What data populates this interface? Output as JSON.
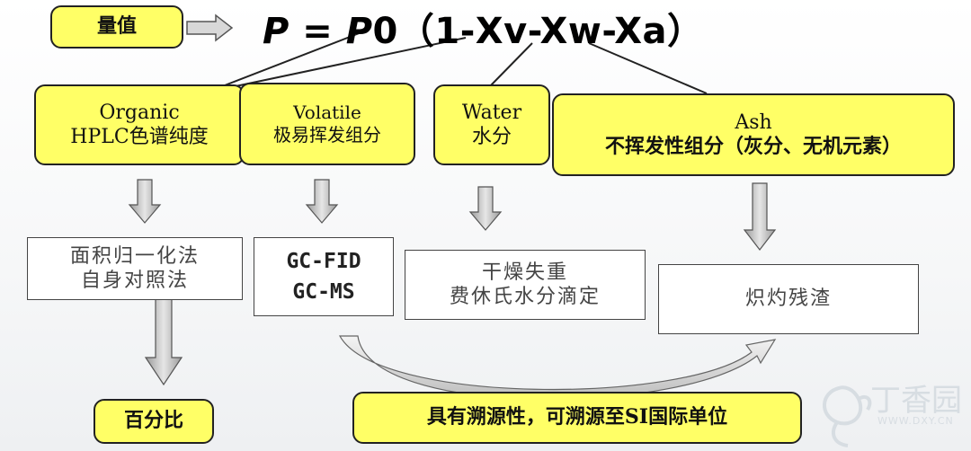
{
  "label_box": "量值",
  "formula": {
    "p": "P",
    "eq": " = ",
    "p0": "P",
    "zero": "0",
    "rest": "（1-Xv-Xw-Xa）"
  },
  "categories": [
    {
      "line1": "Organic",
      "line2": "HPLC色谱纯度"
    },
    {
      "line1": "Volatile",
      "line2": "极易挥发组分"
    },
    {
      "line1": "Water",
      "line2": "水分"
    },
    {
      "line1": "Ash",
      "line2": "不挥发性组分（灰分、无机元素）"
    }
  ],
  "methods": [
    {
      "line1": "面积归一化法",
      "line2": "自身对照法"
    },
    {
      "line1": "GC-FID",
      "line2": "GC-MS"
    },
    {
      "line1": "干燥失重",
      "line2": "费休氏水分滴定"
    },
    {
      "line1": "炽灼残渣"
    }
  ],
  "result_percent": "百分比",
  "result_traceable": "具有溯源性，可溯源至SI国际单位",
  "watermark": {
    "text": "丁香园",
    "url": "WWW.DXY.CN",
    "icon": "lilac-flower-icon"
  },
  "colors": {
    "yellow": "#ffff66",
    "arrow_gray": "#c8c8c8",
    "arrow_edge": "#666666"
  }
}
